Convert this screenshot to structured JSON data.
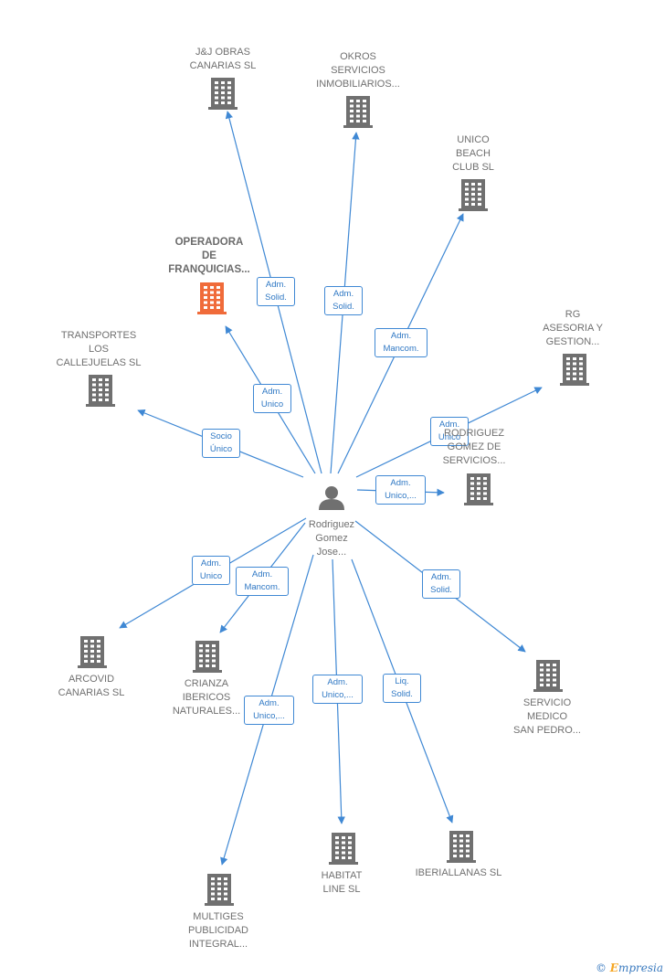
{
  "colors": {
    "edge": "#3f88d4",
    "building": "#707070",
    "building_highlight": "#f06b3a",
    "person": "#707070"
  },
  "center": {
    "name": "Rodriguez\nGomez\nJose..."
  },
  "nodes": [
    {
      "id": "jj",
      "label": "J&J OBRAS\nCANARIAS  SL",
      "highlight": false
    },
    {
      "id": "okros",
      "label": "OKROS\nSERVICIOS\nINMOBILIARIOS...",
      "highlight": false
    },
    {
      "id": "unico",
      "label": "UNICO\nBEACH\nCLUB  SL",
      "highlight": false
    },
    {
      "id": "operadora",
      "label": "OPERADORA\nDE\nFRANQUICIAS...",
      "highlight": true
    },
    {
      "id": "rg",
      "label": "RG\nASESORIA Y\nGESTION...",
      "highlight": false
    },
    {
      "id": "transportes",
      "label": "TRANSPORTES\nLOS\nCALLEJUELAS SL",
      "highlight": false
    },
    {
      "id": "rodriguez",
      "label": "RODRIGUEZ\nGOMEZ DE\nSERVICIOS...",
      "highlight": false
    },
    {
      "id": "arcovid",
      "label": "ARCOVID\nCANARIAS  SL",
      "highlight": false
    },
    {
      "id": "crianza",
      "label": "CRIANZA\nIBERICOS\nNATURALES...",
      "highlight": false
    },
    {
      "id": "servicio",
      "label": "SERVICIO\nMEDICO\nSAN PEDRO...",
      "highlight": false
    },
    {
      "id": "multiges",
      "label": "MULTIGES\nPUBLICIDAD\nINTEGRAL...",
      "highlight": false
    },
    {
      "id": "habitat",
      "label": "HABITAT\nLINE  SL",
      "highlight": false
    },
    {
      "id": "iberia",
      "label": "IBERIALLANAS SL",
      "highlight": false
    }
  ],
  "edges": [
    {
      "to": "jj",
      "label": "Adm.\nSolid."
    },
    {
      "to": "okros",
      "label": "Adm.\nSolid."
    },
    {
      "to": "unico",
      "label": "Adm.\nMancom."
    },
    {
      "to": "operadora",
      "label": "Adm.\nUnico"
    },
    {
      "to": "rg",
      "label": "Adm.\nUnico"
    },
    {
      "to": "transportes",
      "label": "Socio\nÚnico"
    },
    {
      "to": "rodriguez",
      "label": "Adm.\nUnico,..."
    },
    {
      "to": "arcovid",
      "label": "Adm.\nUnico"
    },
    {
      "to": "crianza",
      "label": "Adm.\nMancom."
    },
    {
      "to": "servicio",
      "label": "Adm.\nSolid."
    },
    {
      "to": "multiges",
      "label": "Adm.\nUnico,..."
    },
    {
      "to": "habitat",
      "label": "Adm.\nUnico,..."
    },
    {
      "to": "iberia",
      "label": "Liq.\nSolid."
    }
  ],
  "footer": {
    "copyright": "©",
    "brand_first": "E",
    "brand_rest": "mpresia"
  }
}
